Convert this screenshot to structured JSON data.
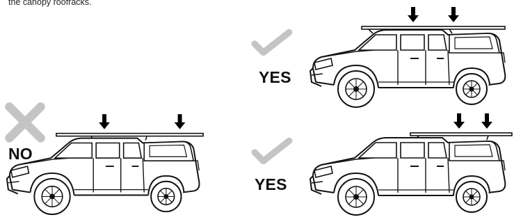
{
  "caption": "the canopy roofracks.",
  "panels": {
    "no": {
      "verdict": "NO",
      "mark_icon": "cross-mark-icon",
      "mark_color": "#c4c4c4"
    },
    "yes_top": {
      "verdict": "YES",
      "mark_icon": "check-mark-icon",
      "mark_color": "#c4c4c4"
    },
    "yes_bottom": {
      "verdict": "YES",
      "mark_icon": "check-mark-icon",
      "mark_color": "#c4c4c4"
    }
  },
  "colors": {
    "line": "#111111",
    "arrow": "#000000",
    "mark": "#c4c4c4"
  }
}
